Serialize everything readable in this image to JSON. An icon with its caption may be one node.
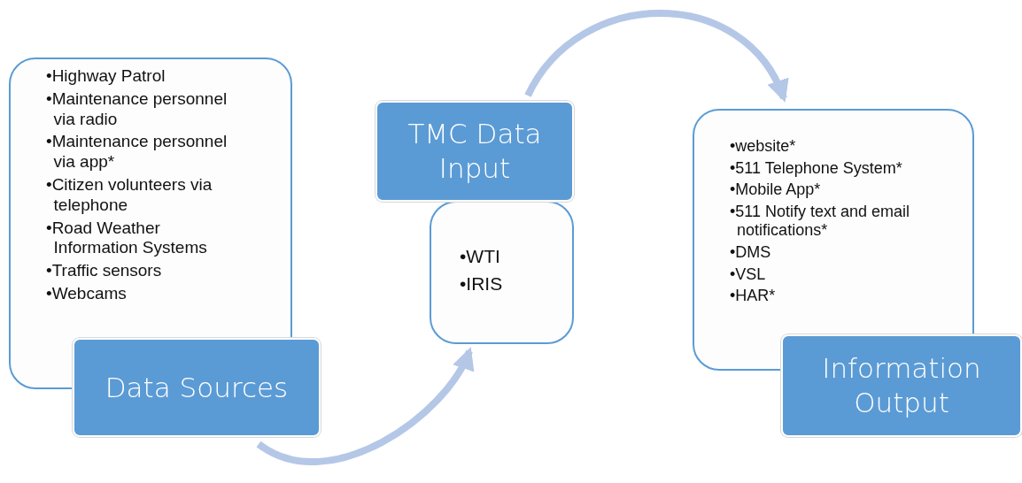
{
  "diagram": {
    "nodes": [
      {
        "text": [
          "•Highway Patrol",
          "•Maintenance personnel via radio",
          "•Maintenance personnel via app*",
          "•Citizen volunteers via telephone",
          "•Road Weather Information Systems",
          "•Traffic sensors",
          "•Webcams"
        ]
      },
      {
        "text": [
          "Data Sources"
        ]
      },
      {
        "text": [
          "TMC Data Input"
        ]
      },
      {
        "text": [
          "•WTI",
          "•IRIS"
        ]
      },
      {
        "text": [
          "•website*",
          "•511 Telephone System*",
          "•Mobile App*",
          "•511 Notify text and email notifications*",
          "•DMS",
          "•VSL",
          "•HAR*"
        ]
      },
      {
        "text": [
          "Information Output"
        ]
      }
    ],
    "edges": [
      {
        "from": 1,
        "to": 3,
        "arrow": "to"
      },
      {
        "from": 2,
        "to": 4,
        "arrow": "to"
      }
    ]
  }
}
